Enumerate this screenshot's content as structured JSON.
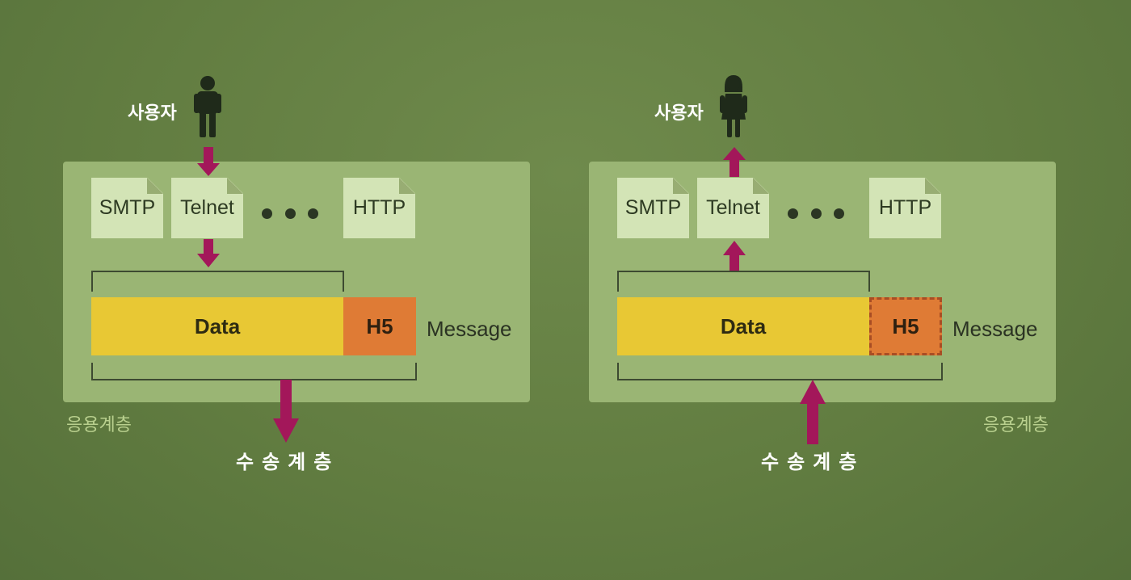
{
  "colors": {
    "background": "#627d41",
    "panel": "#9ab574",
    "protocol_doc": "#d3e4b6",
    "data_bar": "#e8c834",
    "header_box": "#df7b35",
    "arrow": "#a3175a",
    "figure": "#1f2a1a"
  },
  "left": {
    "user_label": "사용자",
    "user_icon": "man-icon",
    "protocols": [
      "SMTP",
      "Telnet",
      "HTTP"
    ],
    "data_label": "Data",
    "header_label": "H5",
    "message_label": "Message",
    "layer_label": "응용계층",
    "transport_label": "수송계층"
  },
  "right": {
    "user_label": "사용자",
    "user_icon": "woman-icon",
    "protocols": [
      "SMTP",
      "Telnet",
      "HTTP"
    ],
    "data_label": "Data",
    "header_label": "H5",
    "message_label": "Message",
    "layer_label": "응용계층",
    "transport_label": "수송계층"
  }
}
